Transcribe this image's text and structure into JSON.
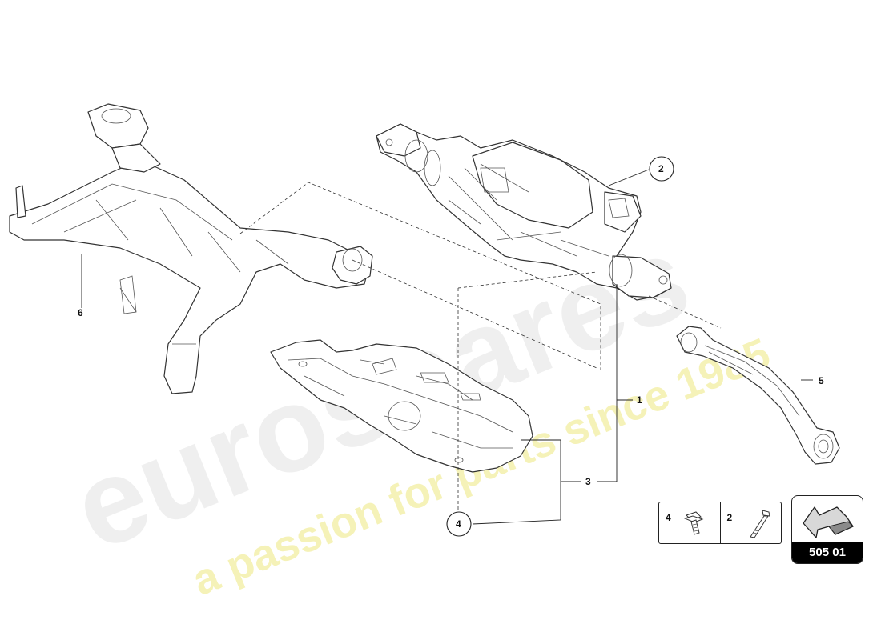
{
  "watermark": {
    "brand": "eurospares",
    "tagline": "a passion for parts since 1985"
  },
  "callouts": [
    {
      "id": "1",
      "label": "1"
    },
    {
      "id": "2",
      "label": "2"
    },
    {
      "id": "3",
      "label": "3"
    },
    {
      "id": "4",
      "label": "4"
    },
    {
      "id": "5",
      "label": "5"
    },
    {
      "id": "6",
      "label": "6"
    }
  ],
  "hardware_legend": {
    "items": [
      {
        "label": "4",
        "icon": "flange-bolt-icon"
      },
      {
        "label": "2",
        "icon": "long-bolt-icon"
      }
    ]
  },
  "reference": {
    "code": "505 01",
    "icon": "section-arrow-icon"
  },
  "colors": {
    "watermark_brand": "#e6e6e6",
    "watermark_tagline": "#f3f0a8",
    "reference_bg": "#000000"
  }
}
